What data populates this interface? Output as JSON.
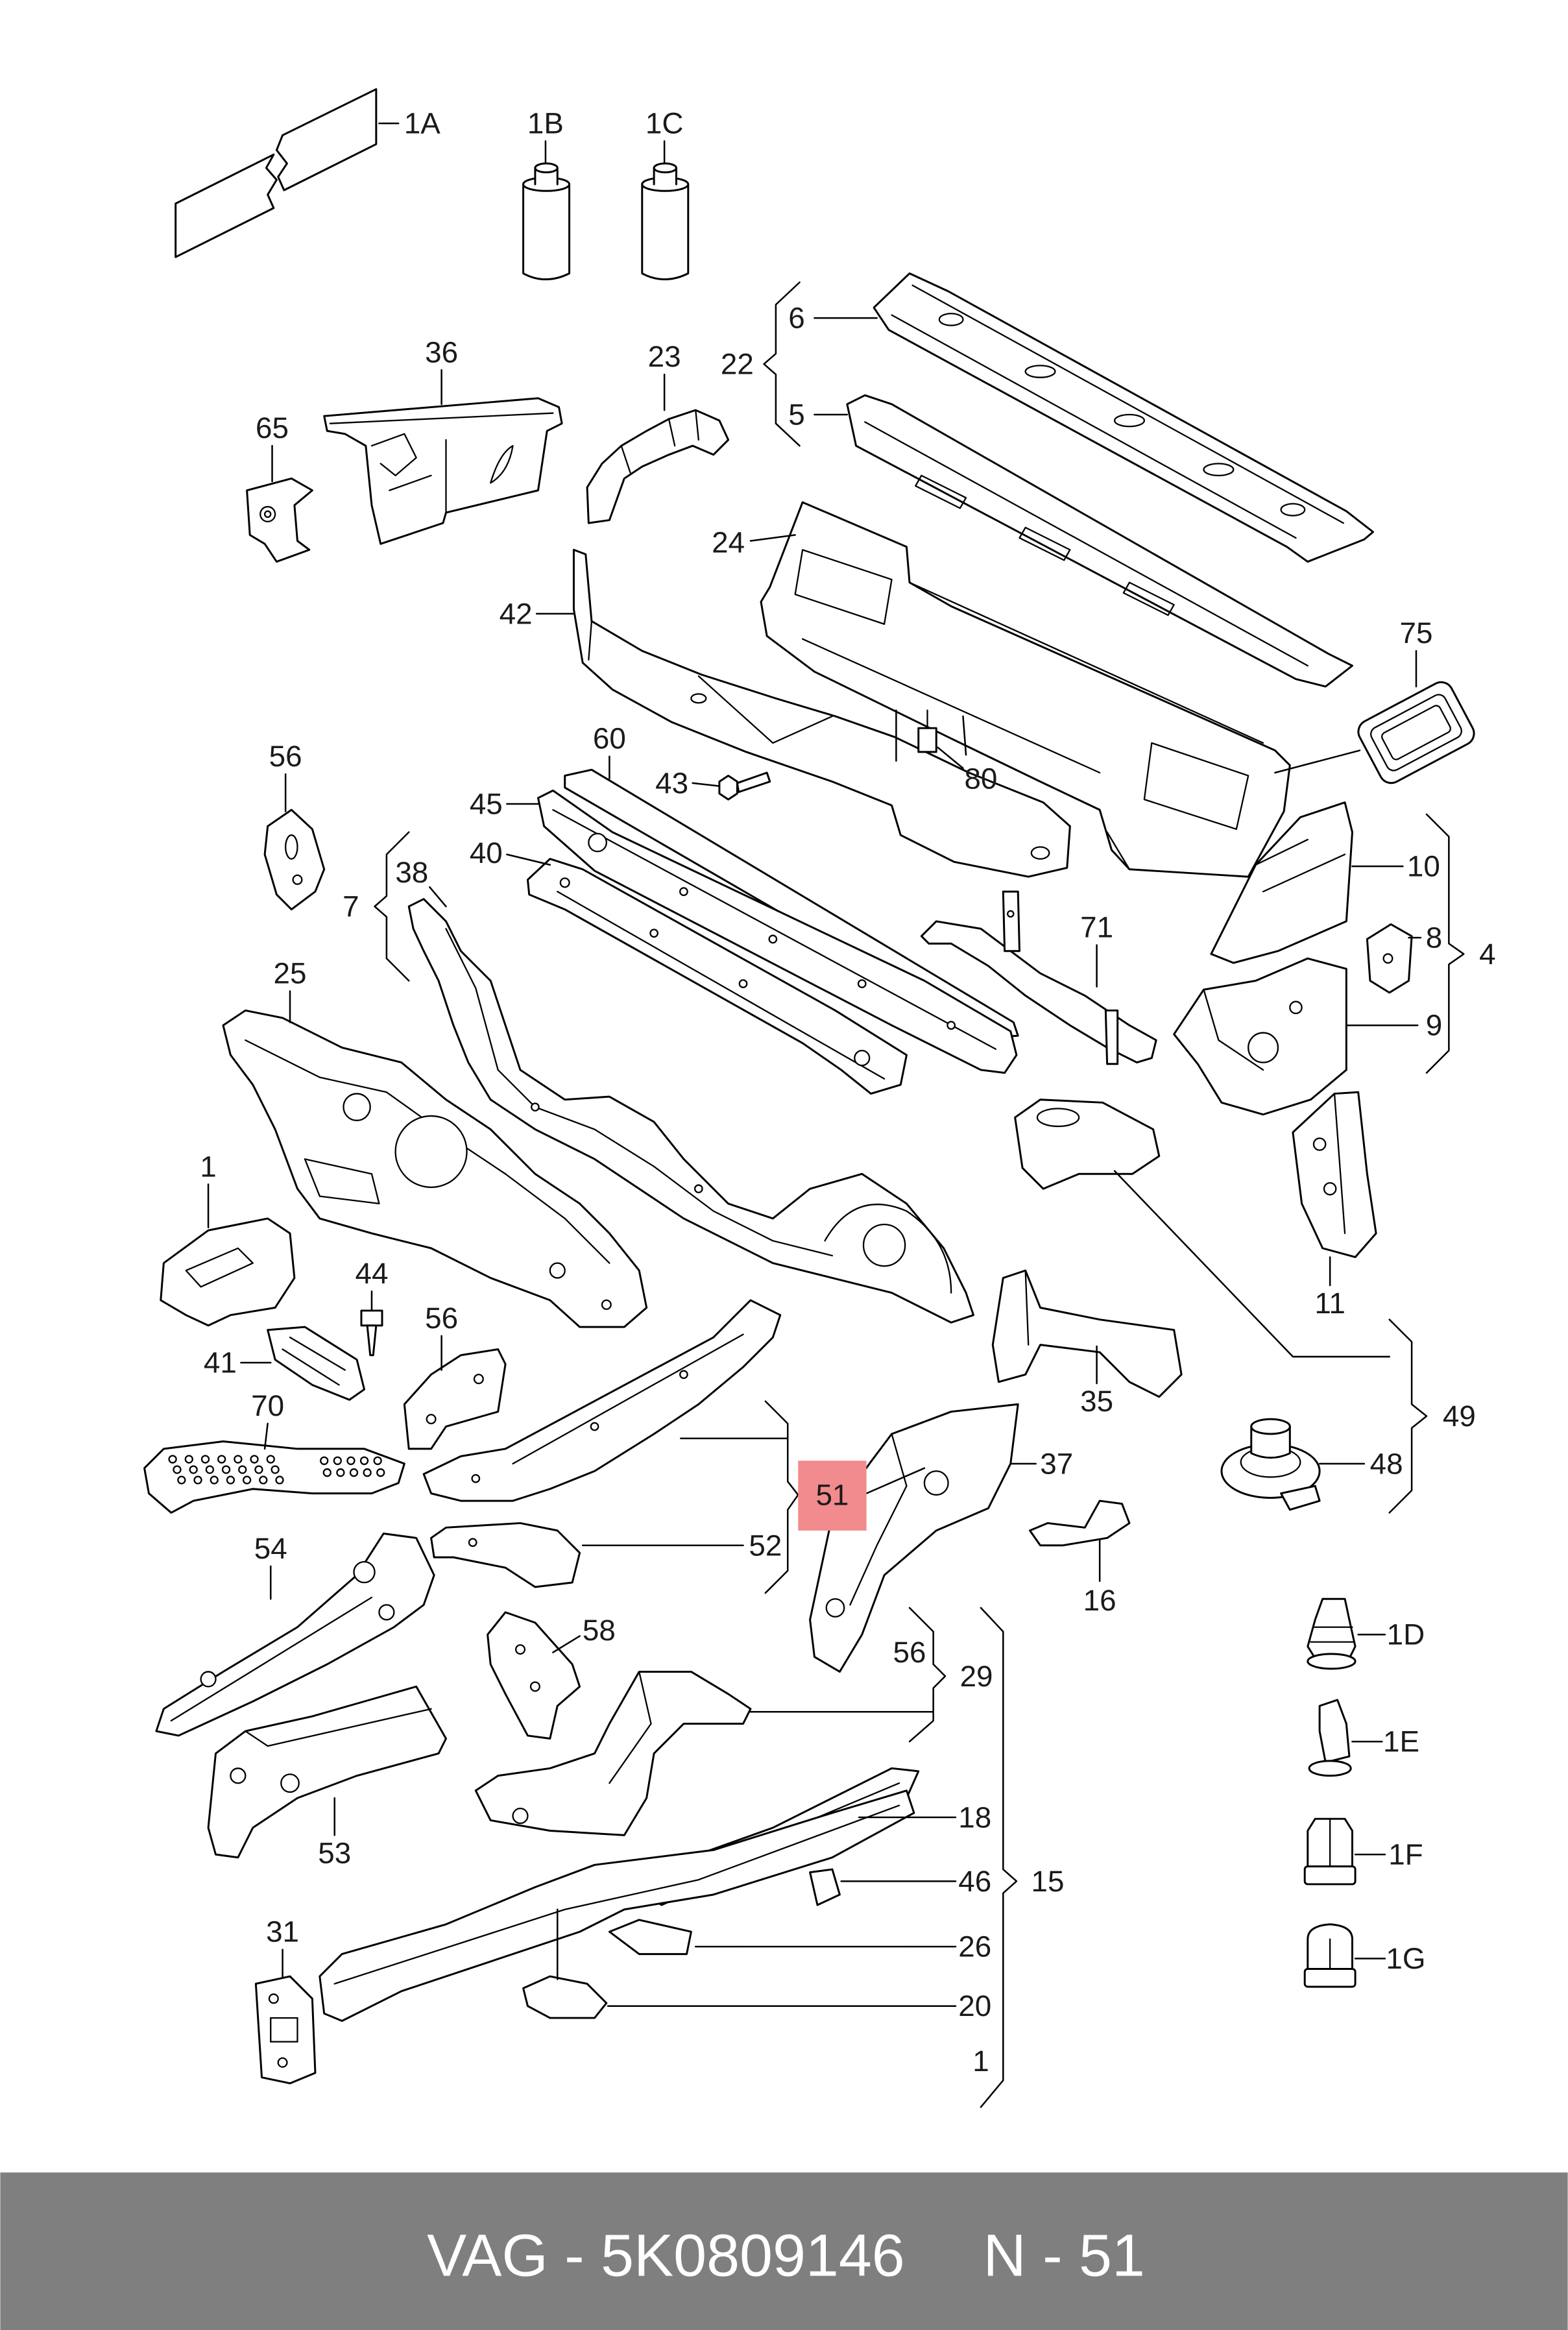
{
  "diagram": {
    "callouts": {
      "c_1A": "1A",
      "c_1B": "1B",
      "c_1C": "1C",
      "c_36": "36",
      "c_23": "23",
      "c_22": "22",
      "c_6": "6",
      "c_5": "5",
      "c_65": "65",
      "c_24": "24",
      "c_42": "42",
      "c_75": "75",
      "c_60": "60",
      "c_43": "43",
      "c_80": "80",
      "c_56_top": "56",
      "c_45": "45",
      "c_40": "40",
      "c_7": "7",
      "c_38": "38",
      "c_10": "10",
      "c_8": "8",
      "c_4": "4",
      "c_9": "9",
      "c_71": "71",
      "c_25": "25",
      "c_1_left": "1",
      "c_44": "44",
      "c_56_mid": "56",
      "c_41": "41",
      "c_70": "70",
      "c_35": "35",
      "c_49": "49",
      "c_37": "37",
      "c_51": "51",
      "c_52": "52",
      "c_48": "48",
      "c_54": "54",
      "c_16": "16",
      "c_58": "58",
      "c_1D": "1D",
      "c_56_low": "56",
      "c_29": "29",
      "c_1E": "1E",
      "c_18": "18",
      "c_53": "53",
      "c_46": "46",
      "c_15": "15",
      "c_26": "26",
      "c_1F": "1F",
      "c_31": "31",
      "c_20": "20",
      "c_1_sill": "1",
      "c_1G": "1G",
      "c_11": "11"
    },
    "highlight_color": "#f28b8d",
    "line_color": "#000000"
  },
  "footer": {
    "part_number": "VAG - 5K0809146",
    "position": "N - 51",
    "background": "#7f7f7f",
    "text_color": "#ffffff"
  }
}
